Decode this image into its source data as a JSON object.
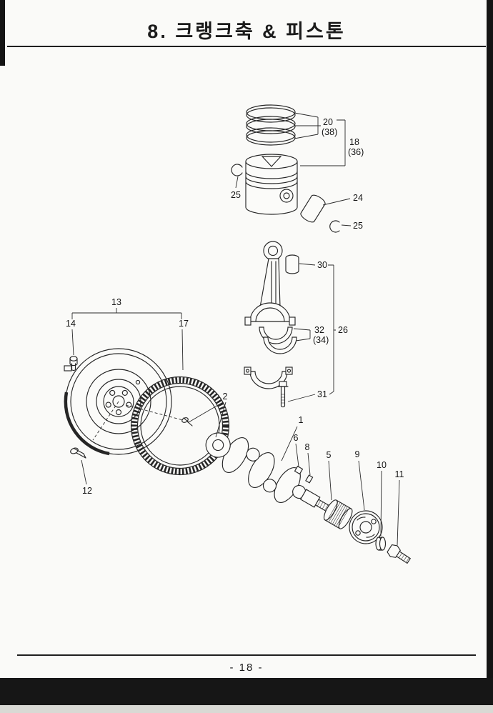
{
  "page": {
    "title": "8. 크랭크축 & 피스톤",
    "page_number": "- 18 -"
  },
  "labels": {
    "l20": "20",
    "l20s": "(38)",
    "l18": "18",
    "l18s": "(36)",
    "l25a": "25",
    "l24": "24",
    "l25b": "25",
    "l30": "30",
    "l26": "26",
    "l32": "32",
    "l32s": "(34)",
    "l31": "31",
    "l13": "13",
    "l14": "14",
    "l17": "17",
    "l12": "12",
    "l2": "2",
    "l1": "1",
    "l6": "6",
    "l8": "8",
    "l5": "5",
    "l9": "9",
    "l10": "10",
    "l11": "11"
  }
}
